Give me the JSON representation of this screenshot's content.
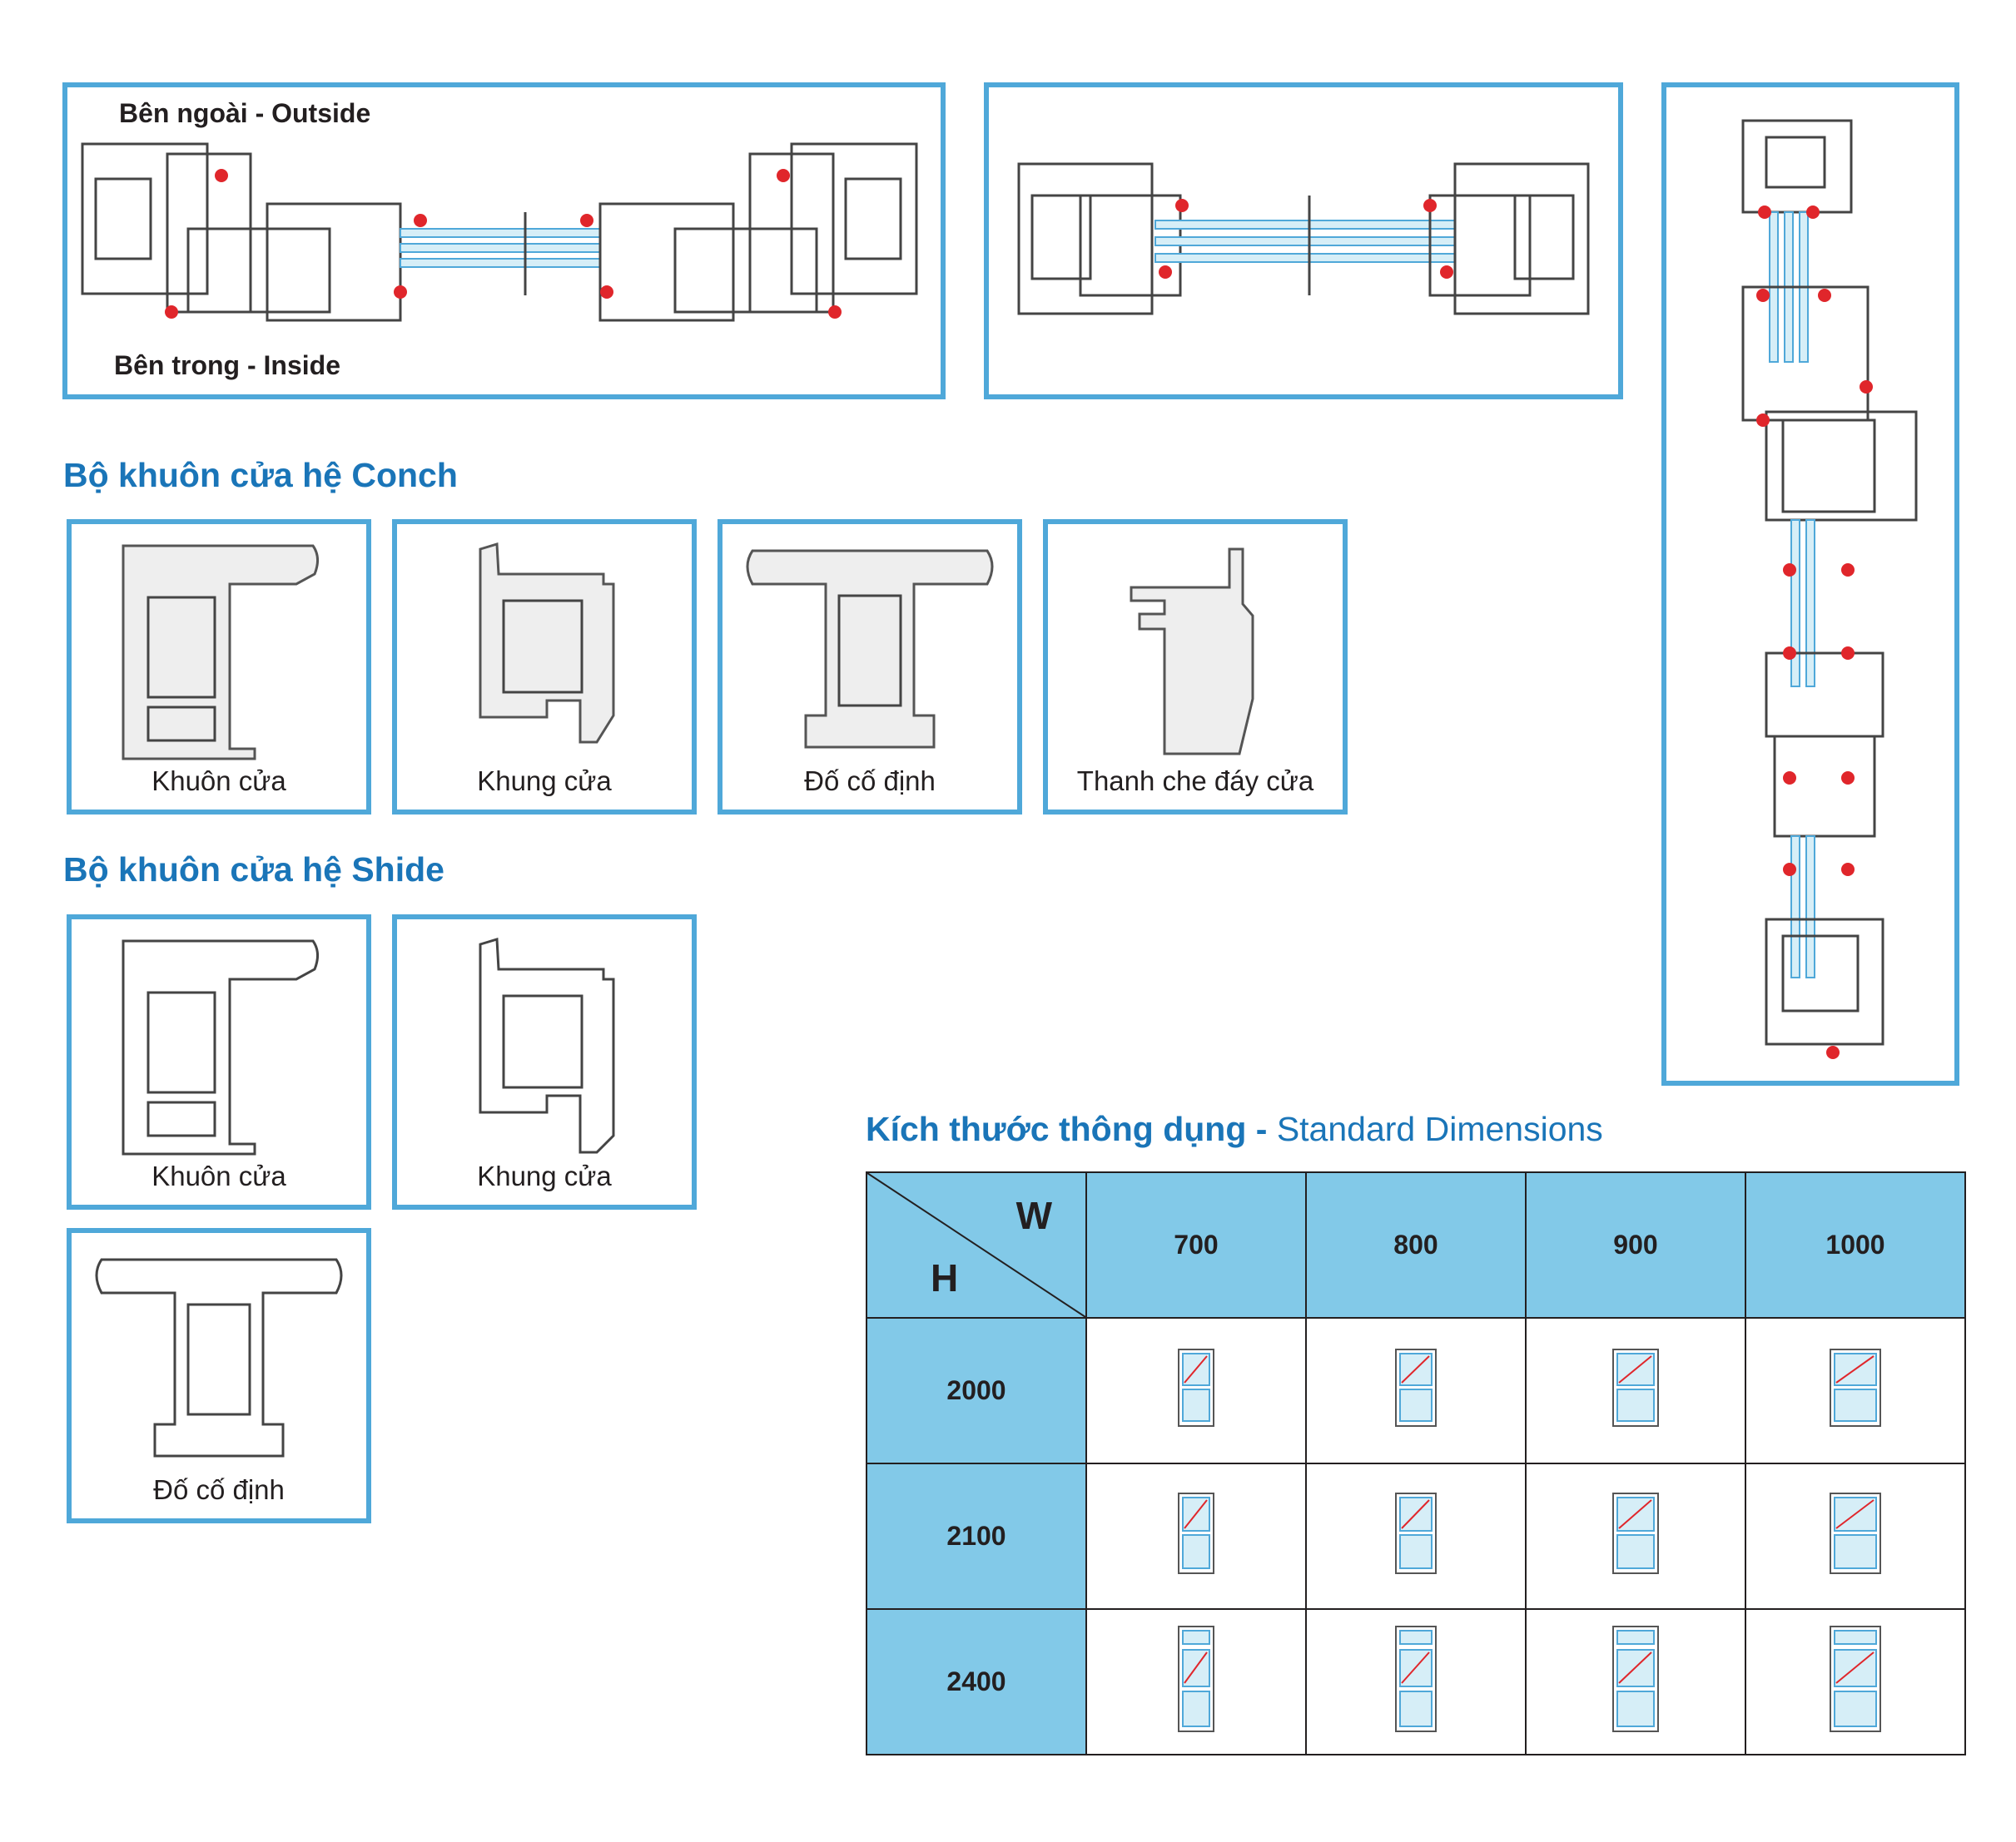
{
  "labels": {
    "outside": "Bên ngoài - Outside",
    "inside": "Bên trong - Inside"
  },
  "conch": {
    "heading": "Bộ khuôn cửa hệ Conch",
    "items": [
      "Khuôn cửa",
      "Khung cửa",
      "Đố cố định",
      "Thanh che đáy cửa"
    ]
  },
  "shide": {
    "heading": "Bộ khuôn cửa hệ Shide",
    "items": [
      "Khuôn cửa",
      "Khung cửa",
      "Đố cố định"
    ]
  },
  "dimensions": {
    "heading_bold": "Kích thước thông dụng - ",
    "heading_light": "Standard Dimensions",
    "w_label": "W",
    "h_label": "H",
    "widths": [
      "700",
      "800",
      "900",
      "1000"
    ],
    "heights": [
      "2000",
      "2100",
      "2400"
    ]
  },
  "colors": {
    "frame_border": "#4fa8d9",
    "heading": "#1a75b8",
    "table_header": "#82c9e8",
    "seal": "#e0262b"
  }
}
